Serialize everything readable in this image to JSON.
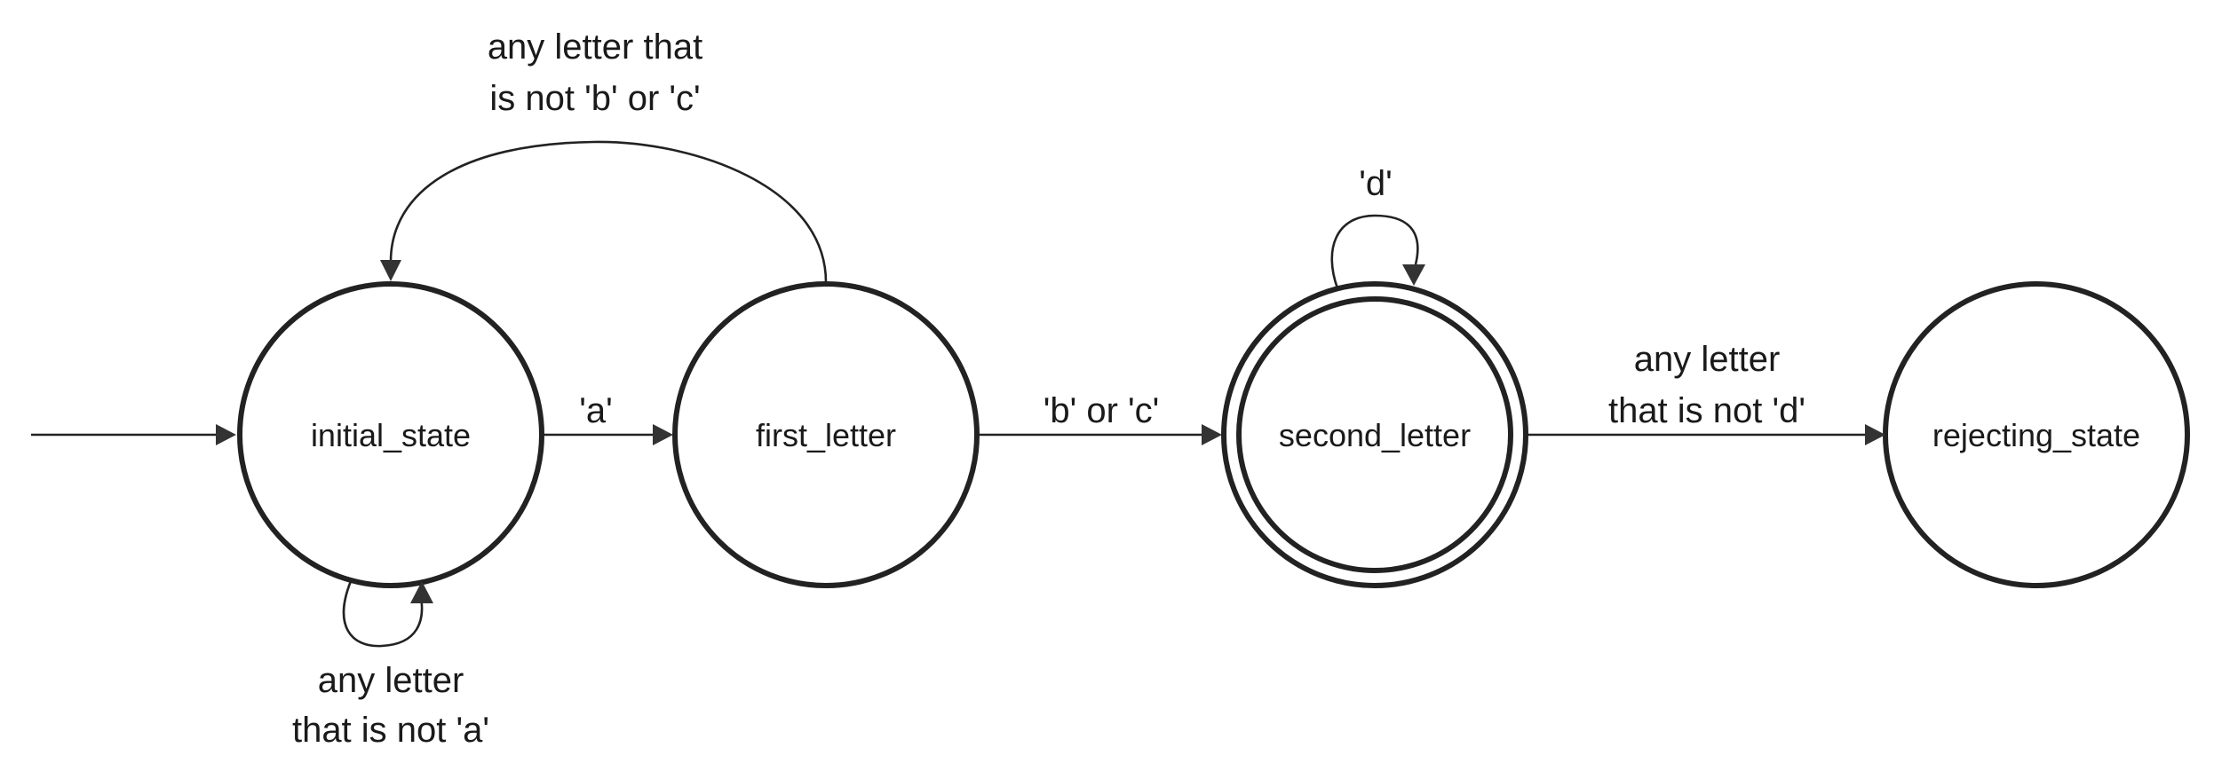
{
  "states": {
    "initial": "initial_state",
    "first": "first_letter",
    "second": "second_letter",
    "rejecting": "rejecting_state"
  },
  "transitions": {
    "init_self": [
      "any letter",
      "that is not 'a'"
    ],
    "init_to_first": "'a'",
    "first_to_init": [
      "any letter that",
      "is not 'b' or 'c'"
    ],
    "first_to_second": "'b' or 'c'",
    "second_self": "'d'",
    "second_to_reject": [
      "any letter",
      "that is not 'd'"
    ]
  },
  "accepting_states": [
    "second_letter"
  ],
  "colors": {
    "stroke": "#222222",
    "arrowhead": "#333333",
    "text": "#1a1a1a",
    "background": "#ffffff"
  }
}
